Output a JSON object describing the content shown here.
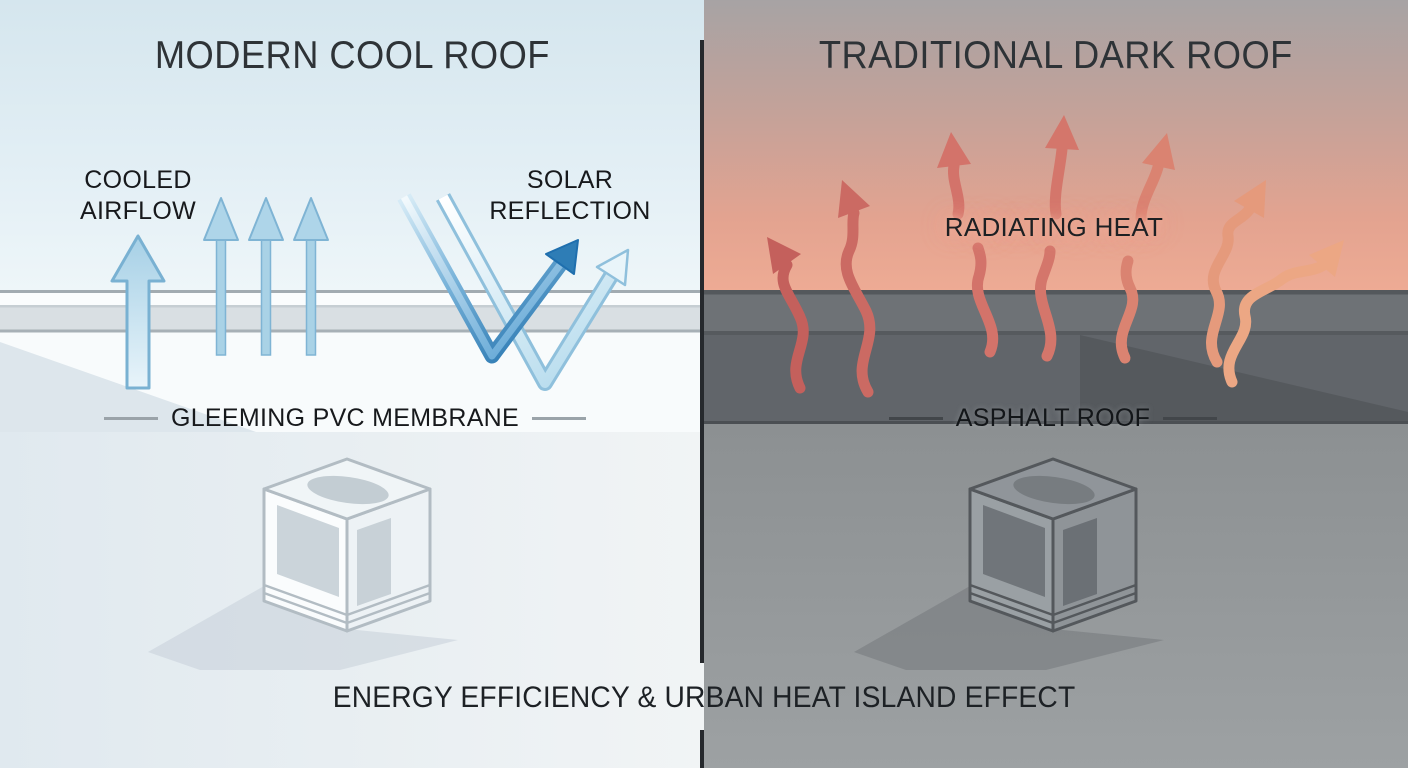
{
  "diagram": {
    "footer_caption": "ENERGY EFFICIENCY & URBAN HEAT ISLAND EFFECT",
    "left": {
      "title": "MODERN COOL ROOF",
      "airflow_label_line1": "COOLED",
      "airflow_label_line2": "AIRFLOW",
      "solar_label_line1": "SOLAR",
      "solar_label_line2": "REFLECTION",
      "membrane_label": "GLEEMING PVC MEMBRANE"
    },
    "right": {
      "title": "TRADITIONAL DARK ROOF",
      "heat_label": "RADIATING HEAT",
      "roof_label": "ASPHALT ROOF"
    },
    "colors": {
      "cool_sky_top": "#d5e6ee",
      "cool_sky_bottom": "#eef6f9",
      "cool_arrow_fill": "#a9d2e6",
      "cool_arrow_border": "#7fb4d4",
      "reflection_deep_blue": "#2876b0",
      "warm_sky_top": "#a7a3a4",
      "warm_glow_bottom": "#eeab94",
      "heat_arrow_red": "#c4605c",
      "heat_arrow_orange": "#eca784",
      "roof_band_dark": "#61656a",
      "asphalt_deck_gray": "#8e9294",
      "membrane_white": "#f8fbfc",
      "divider_dark": "#26292d"
    }
  }
}
